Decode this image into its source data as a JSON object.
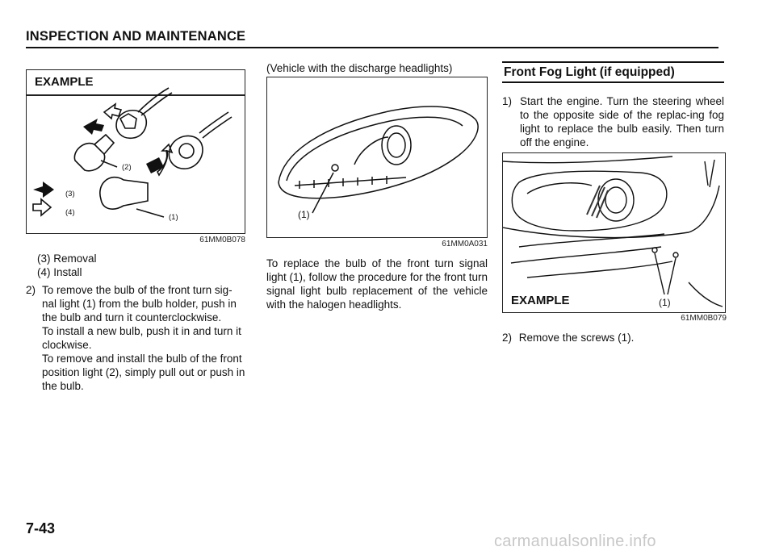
{
  "header": {
    "title": "INSPECTION AND MAINTENANCE"
  },
  "left_col": {
    "figure": {
      "example_label": "EXAMPLE",
      "callouts": {
        "c1": "(1)",
        "c2": "(2)",
        "c3": "(3)",
        "c4": "(4)"
      },
      "code": "61MM0B078"
    },
    "legend": [
      "(3) Removal",
      "(4) Install"
    ],
    "step2": {
      "number": "2)",
      "p1": "To remove the bulb of the front turn sig-nal light (1) from the bulb holder, push in the bulb and turn it counterclockwise.",
      "p2": "To install a new bulb, push it in and turn it clockwise.",
      "p3": "To remove and install the bulb of the front position light (2), simply pull out or push in the bulb."
    }
  },
  "mid_col": {
    "caption": "(Vehicle with the discharge headlights)",
    "figure": {
      "callout": "(1)",
      "code": "61MM0A031"
    },
    "text": "To replace the bulb of the front turn signal light (1), follow the procedure for the front turn signal light bulb replacement of the vehicle with the halogen headlights."
  },
  "right_col": {
    "section_title": "Front Fog Light (if equipped)",
    "step1": {
      "number": "1)",
      "text": "Start the engine. Turn the steering wheel to the opposite side of the replac-ing fog light to replace the bulb easily. Then turn off the engine."
    },
    "figure": {
      "example_label": "EXAMPLE",
      "callout": "(1)",
      "code": "61MM0B079"
    },
    "step2": {
      "number": "2)",
      "text": "Remove the screws (1)."
    }
  },
  "footer": {
    "page_number": "7-43",
    "watermark": "carmanualsonline.info"
  }
}
